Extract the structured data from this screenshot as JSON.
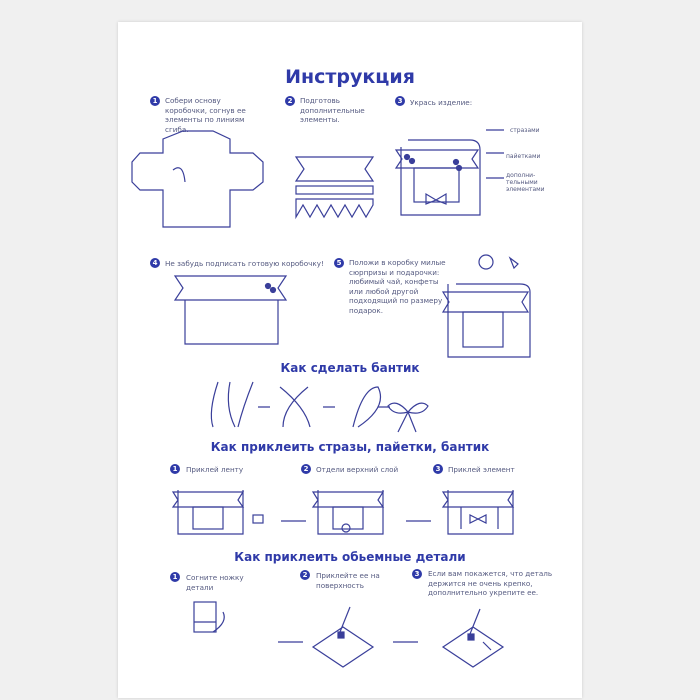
{
  "title": "Инструкция",
  "steps": [
    {
      "n": "1",
      "text": "Собери основу коробочки, согнув ее элементы по линиям сгиба."
    },
    {
      "n": "2",
      "text": "Подготовь дополнительные элементы."
    },
    {
      "n": "3",
      "text": "Укрась изделие:"
    },
    {
      "n": "4",
      "text": "Не забудь подписать готовую коробочку!"
    },
    {
      "n": "5",
      "text": "Положи в коробку милые сюрпризы и подарочки: любимый чай, конфеты или любой другой подходящий по размеру подарок."
    }
  ],
  "decor_labels": [
    "стразами",
    "пайетками",
    "дополни-тельными элементами"
  ],
  "section_bow": "Как сделать бантик",
  "section_glue": {
    "title": "Как приклеить стразы, пайетки, бантик",
    "steps": [
      {
        "n": "1",
        "text": "Приклей ленту"
      },
      {
        "n": "2",
        "text": "Отдели верхний слой"
      },
      {
        "n": "3",
        "text": "Приклей элемент"
      }
    ]
  },
  "section_3d": {
    "title": "Как приклеить обьемные детали",
    "steps": [
      {
        "n": "1",
        "text": "Согните ножку детали"
      },
      {
        "n": "2",
        "text": "Приклейте ее на поверхность"
      },
      {
        "n": "3",
        "text": "Если вам покажется, что деталь держится не очень крепко, дополнительно укрепите ее."
      }
    ]
  },
  "colors": {
    "accent": "#2f3aa8",
    "line": "#3a3f9a"
  }
}
